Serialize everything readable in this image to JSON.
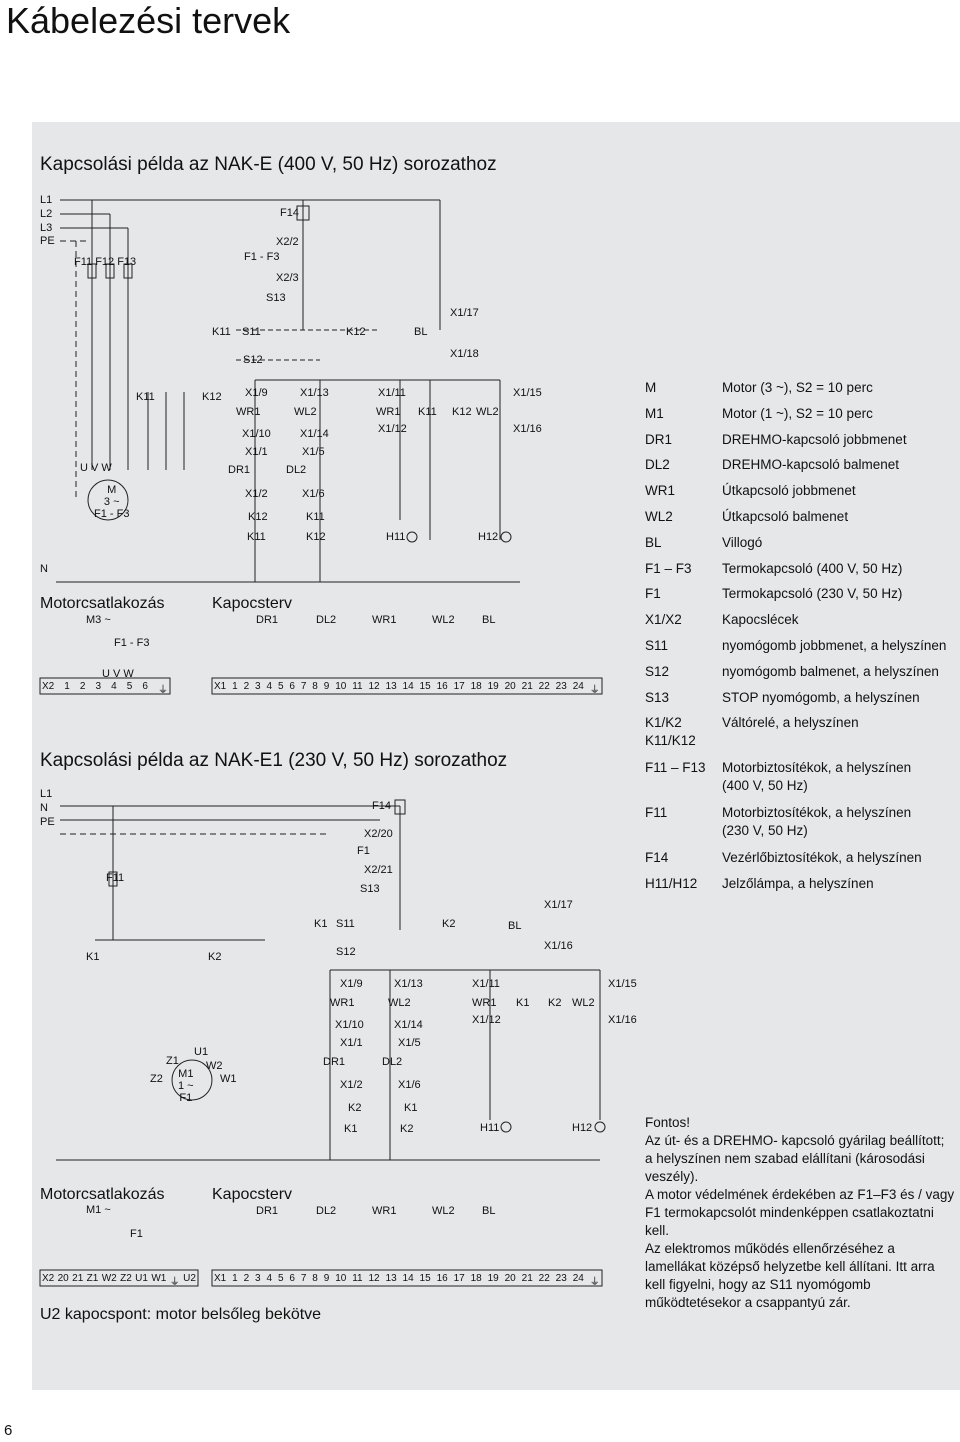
{
  "page": {
    "title": "Kábelezési tervek",
    "page_number": "6"
  },
  "section1": {
    "heading": "Kapcsolási példa az NAK-E (400 V, 50 Hz) sorozathoz",
    "motor_heading": "Motorcsatlakozás",
    "motor_sub": "M3 ~",
    "ctrl_heading": "Kapocsterv",
    "ctrl_sub": [
      "DR1",
      "DL2",
      "WR1",
      "WL2",
      "BL"
    ],
    "rails": [
      "L1",
      "L2",
      "L3",
      "PE"
    ],
    "n_label": "N",
    "fuses": "F11 F12 F13",
    "motor_label": "M\n3 ~\nF1 - F3",
    "uvw": "U   V  W",
    "k_labels": [
      "K11",
      "K12"
    ],
    "f14": "F14",
    "x22": "X2/2",
    "f1f3": "F1 - F3",
    "x23": "X2/3",
    "s13": "S13",
    "s11": "S11",
    "s12": "S12",
    "bl": "BL",
    "x117": "X1/17",
    "x118": "X1/18",
    "col1": [
      "X1/9",
      "WR1",
      "X1/10",
      "X1/1",
      "DR1",
      "X1/2",
      "K12",
      "K11"
    ],
    "col2": [
      "X1/13",
      "WL2",
      "X1/14",
      "X1/5",
      "DL2",
      "X1/6",
      "K11",
      "K12"
    ],
    "col3": [
      "X1/11",
      "WR1",
      "X1/12",
      "K11",
      "K12",
      "WL2",
      "X1/15",
      "X1/16"
    ],
    "h11": "H11",
    "h12": "H12",
    "terminal_x2": [
      "X2",
      "1",
      "2",
      "3",
      "4",
      "5",
      "6",
      "⏚"
    ],
    "terminal_x1": [
      "X1",
      "1",
      "2",
      "3",
      "4",
      "5",
      "6",
      "7",
      "8",
      "9",
      "10",
      "11",
      "12",
      "13",
      "14",
      "15",
      "16",
      "17",
      "18",
      "19",
      "20",
      "21",
      "22",
      "23",
      "24",
      "⏚"
    ],
    "f1f3_motor": "F1 - F3",
    "uvw2": "U  V  W"
  },
  "section2": {
    "heading": "Kapcsolási példa az NAK-E1 (230 V, 50 Hz) sorozathoz",
    "motor_heading": "Motorcsatlakozás",
    "motor_sub": "M1 ~",
    "ctrl_heading": "Kapocsterv",
    "ctrl_sub": [
      "DR1",
      "DL2",
      "WR1",
      "WL2",
      "BL"
    ],
    "rails": [
      "L1",
      "N",
      "PE"
    ],
    "f11": "F11",
    "f14": "F14",
    "x220": "X2/20",
    "f1": "F1",
    "x221": "X2/21",
    "s13": "S13",
    "k1": "K1",
    "k2": "K2",
    "s11": "S11",
    "s12": "S12",
    "bl": "BL",
    "x117": "X1/17",
    "x116": "X1/16",
    "motor_label": "M1\n1 ~\nF1",
    "z1": "Z1",
    "z2": "Z2",
    "u1": "U1",
    "w2": "W2",
    "w1": "W1",
    "col1": [
      "X1/9",
      "WR1",
      "X1/10",
      "X1/1",
      "DR1",
      "X1/2",
      "K2",
      "K1"
    ],
    "col2": [
      "X1/13",
      "WL2",
      "X1/14",
      "X1/5",
      "DL2",
      "X1/6",
      "K1",
      "K2"
    ],
    "col3": [
      "X1/11",
      "WR1",
      "X1/12",
      "K1",
      "K2",
      "WL2",
      "X1/15",
      "X1/16"
    ],
    "h11": "H11",
    "h12": "H12",
    "terminal_x2": [
      "X2",
      "20",
      "21",
      "Z1",
      "W2",
      "Z2",
      "U1",
      "W1",
      "⏚",
      "U2"
    ],
    "terminal_x1": [
      "X1",
      "1",
      "2",
      "3",
      "4",
      "5",
      "6",
      "7",
      "8",
      "9",
      "10",
      "11",
      "12",
      "13",
      "14",
      "15",
      "16",
      "17",
      "18",
      "19",
      "20",
      "21",
      "22",
      "23",
      "24",
      "⏚"
    ],
    "f1_motor": "F1"
  },
  "legend": [
    {
      "k": "M",
      "v": "Motor (3 ~), S2 = 10 perc"
    },
    {
      "k": "M1",
      "v": "Motor (1 ~), S2 = 10 perc"
    },
    {
      "k": "DR1",
      "v": "DREHMO-kapcsoló jobbmenet"
    },
    {
      "k": "DL2",
      "v": "DREHMO-kapcsoló balmenet"
    },
    {
      "k": "WR1",
      "v": "Útkapcsoló jobbmenet"
    },
    {
      "k": "WL2",
      "v": "Útkapcsoló balmenet"
    },
    {
      "k": "BL",
      "v": "Villogó"
    },
    {
      "k": "F1 – F3",
      "v": "Termokapcsoló (400 V, 50 Hz)"
    },
    {
      "k": "F1",
      "v": "Termokapcsoló (230 V, 50 Hz)"
    },
    {
      "k": "X1/X2",
      "v": "Kapocslécek"
    },
    {
      "k": "S11",
      "v": "nyomógomb jobbmenet, a helyszínen"
    },
    {
      "k": "S12",
      "v": "nyomógomb balmenet, a helyszínen"
    },
    {
      "k": "S13",
      "v": "STOP nyomógomb, a helyszínen"
    },
    {
      "k": "K1/K2\nK11/K12",
      "v": "Váltórelé, a helyszínen"
    },
    {
      "k": "F11 – F13",
      "v": "Motorbiztosítékok, a helyszínen\n(400 V, 50 Hz)"
    },
    {
      "k": "F11",
      "v": "Motorbiztosítékok, a helyszínen\n(230 V, 50 Hz)"
    },
    {
      "k": "F14",
      "v": "Vezérlőbiztosítékok, a helyszínen"
    },
    {
      "k": "H11/H12",
      "v": "Jelzőlámpa, a helyszínen"
    }
  ],
  "notes": [
    "Fontos!",
    "Az út- és a DREHMO- kapcsoló gyárilag beállított; a helyszínen nem szabad elállítani (károsodási veszély).",
    "A motor védelmének érdekében az F1–F3 és / vagy F1 termokapcsolót mindenképpen csatlakoztatni kell.",
    "Az elektromos működés ellenőrzéséhez a lamellákat középső helyzetbe kell állítani. Itt arra kell figyelni, hogy az S11 nyomógomb működtetésekor a csappantyú zár."
  ],
  "footer": "U2 kapocspont: motor belsőleg bekötve"
}
